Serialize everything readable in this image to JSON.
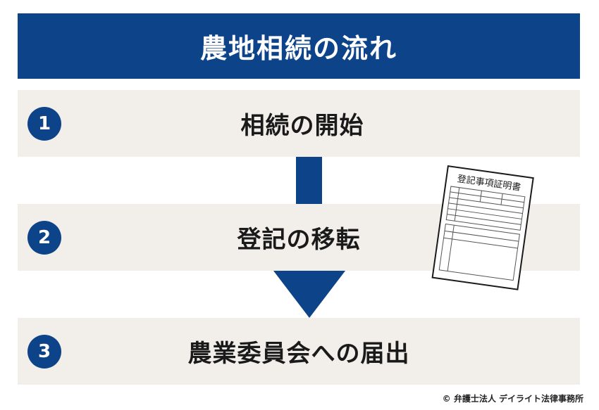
{
  "title": "農地相続の流れ",
  "steps": [
    {
      "number": "1",
      "label": "相続の開始"
    },
    {
      "number": "2",
      "label": "登記の移転"
    },
    {
      "number": "3",
      "label": "農業委員会への届出"
    }
  ],
  "document": {
    "title": "登記事項証明書",
    "icon": "certificate-document-icon"
  },
  "footer": {
    "copyright": "© 弁護士法人 デイライト法律事務所"
  },
  "colors": {
    "primary": "#0d4389",
    "step_background": "#f2efea",
    "text": "#1a1a1a"
  }
}
